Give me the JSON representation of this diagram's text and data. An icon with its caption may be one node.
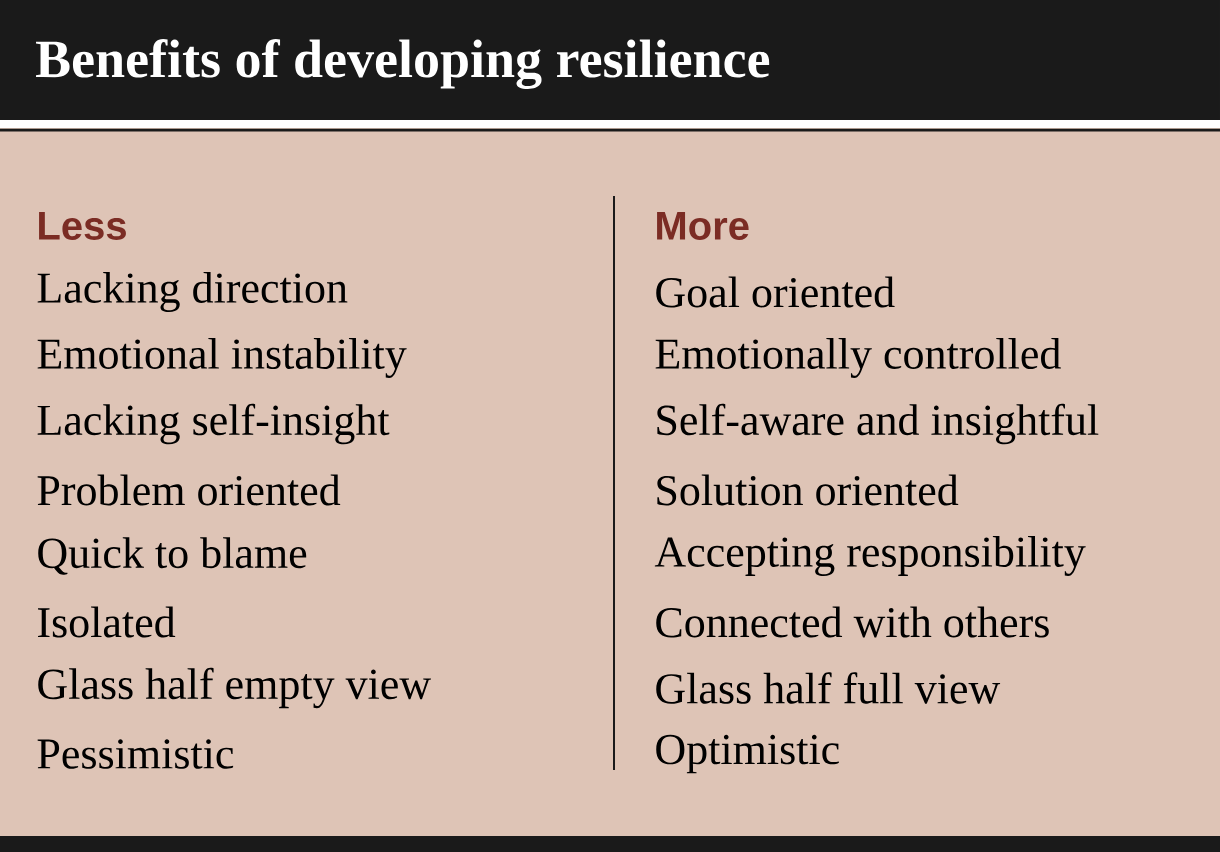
{
  "diagram": {
    "title": "Benefits of developing resilience",
    "labels": [
      "Less",
      "More",
      "Lacking direction",
      "Goal oriented",
      "Emotional instability",
      "Emotionally controlled",
      "Lacking self-insight",
      "Self-aware and insightful",
      "Problem oriented",
      "Solution oriented",
      "Quick to blame",
      "Accepting responsibility",
      "Isolated",
      "Connected with others",
      "Glass half empty view",
      "Glass half full view",
      "Pessimistic",
      "Optimistic"
    ]
  }
}
